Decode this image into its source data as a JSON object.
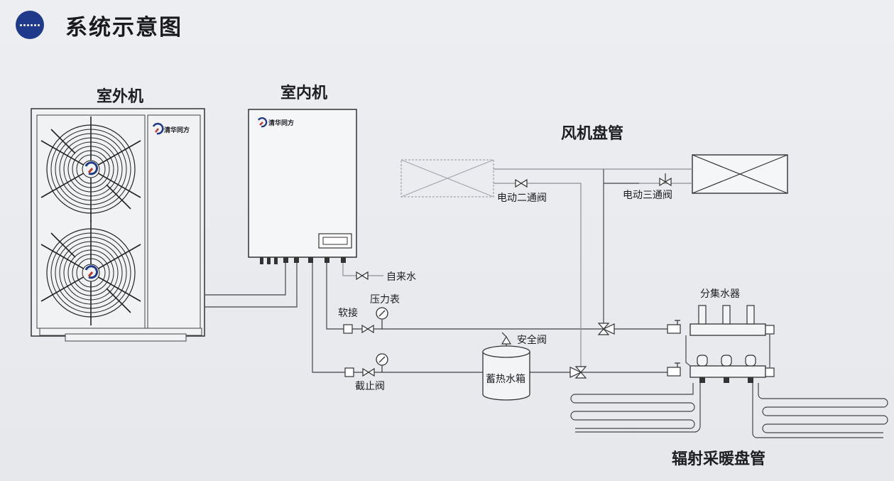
{
  "header": {
    "title": "系统示意图",
    "logo_icon": "dots-circle-icon"
  },
  "labels": {
    "outdoor_unit": "室外机",
    "indoor_unit": "室内机",
    "fan_coil": "风机盘管",
    "electric_two_way_valve": "电动二通阀",
    "electric_three_way_valve": "电动三通阀",
    "tap_water": "自来水",
    "pressure_gauge": "压力表",
    "soft_joint": "软接",
    "safety_valve": "安全阀",
    "storage_tank": "蓄热水箱",
    "stop_valve": "截止阀",
    "manifold": "分集水器",
    "radiant_floor": "辐射采暖盘管"
  },
  "brand": {
    "name": "清华同方"
  },
  "colors": {
    "logo_blue": "#1f3a8a",
    "pipe": "#5b5d63",
    "text": "#1e1e22"
  }
}
